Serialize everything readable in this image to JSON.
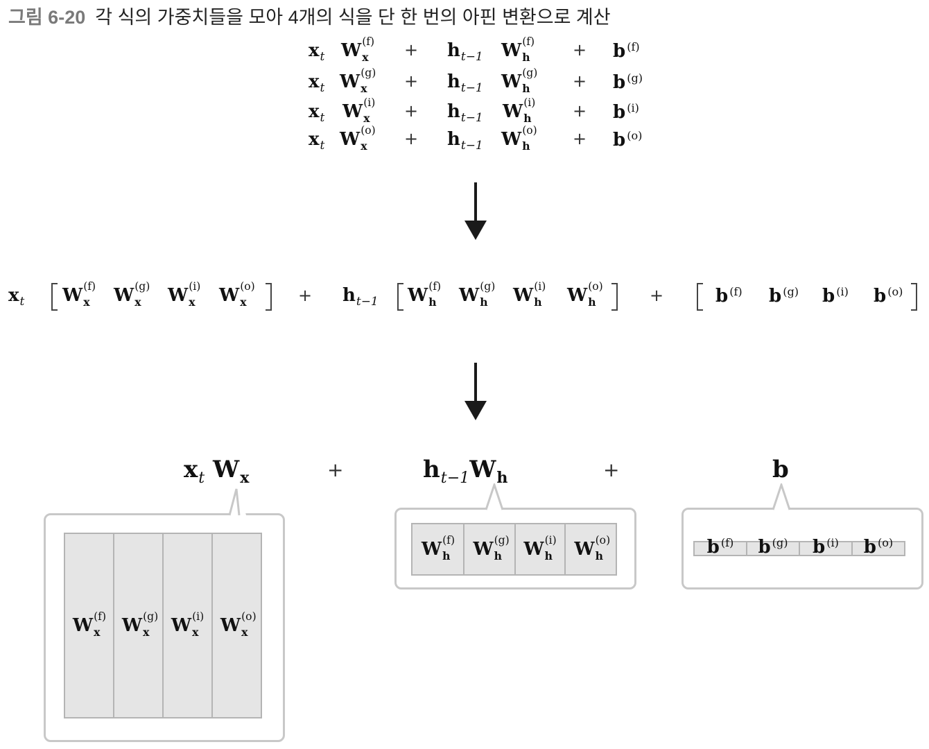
{
  "caption": {
    "figure_number": "그림 6-20",
    "text": "각 식의 가중치들을 모아 4개의 식을 단 한 번의 아핀 변환으로 계산"
  },
  "symbols": {
    "x": "x",
    "t": "t",
    "W": "W",
    "h": "h",
    "b": "b",
    "x_sub": "x",
    "h_sub": "h",
    "t_minus_1": "t−1",
    "plus": "+"
  },
  "gates": [
    "(f)",
    "(g)",
    "(i)",
    "(o)"
  ],
  "colors": {
    "cell_fill": "#e5e5e5",
    "cell_border": "#b4b4b4",
    "callout_border": "#c8c8c8",
    "arrow": "#1a1a1a"
  }
}
